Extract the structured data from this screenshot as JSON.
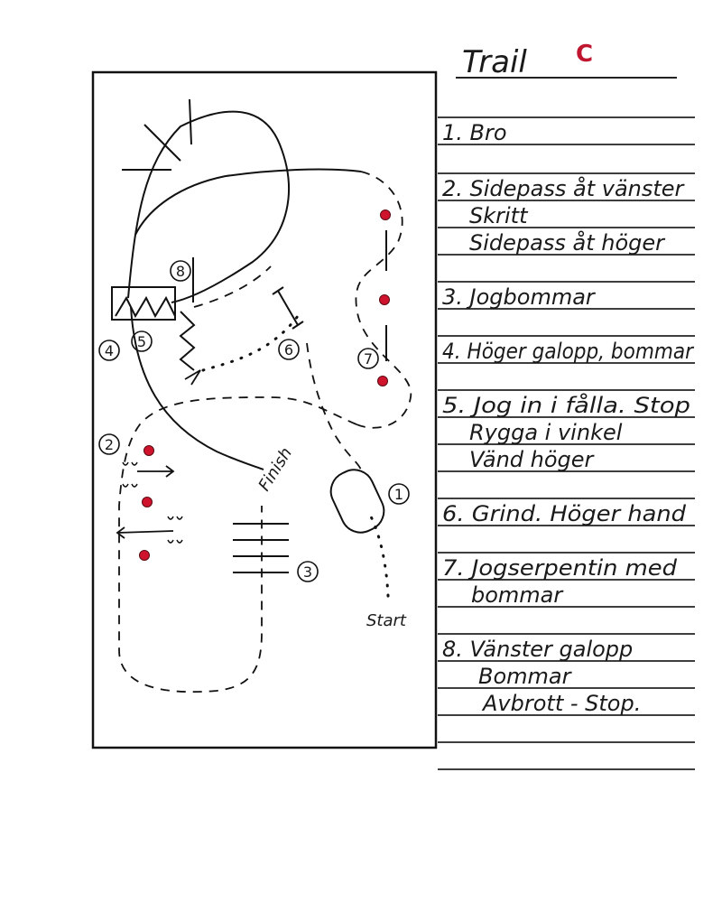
{
  "header": {
    "title": "Trail",
    "variant": "C",
    "variant_color": "#c0152f"
  },
  "instructions": [
    {
      "id": 1,
      "lines": [
        "1. Bro"
      ]
    },
    {
      "id": 2,
      "lines": [
        "2. Sidepass åt vänster",
        "Skritt",
        "Sidepass åt höger"
      ]
    },
    {
      "id": 3,
      "lines": [
        "3. Jogbommar"
      ]
    },
    {
      "id": 4,
      "lines": [
        "4. Höger galopp, bommar"
      ]
    },
    {
      "id": 5,
      "lines": [
        "5. Jog in i fålla. Stop",
        "Rygga i vinkel",
        "Vänd höger"
      ]
    },
    {
      "id": 6,
      "lines": [
        "6. Grind. Höger hand"
      ]
    },
    {
      "id": 7,
      "lines": [
        "7. Jogserpentin med",
        "bommar"
      ]
    },
    {
      "id": 8,
      "lines": [
        "8. Vänster galopp",
        "Bommar",
        "Avbrott - Stop."
      ]
    }
  ],
  "arena": {
    "start_label": "Start",
    "finish_label": "Finish",
    "markers": [
      "1",
      "2",
      "3",
      "4",
      "5",
      "6",
      "7",
      "8"
    ],
    "cone_color": "#d0132c"
  }
}
